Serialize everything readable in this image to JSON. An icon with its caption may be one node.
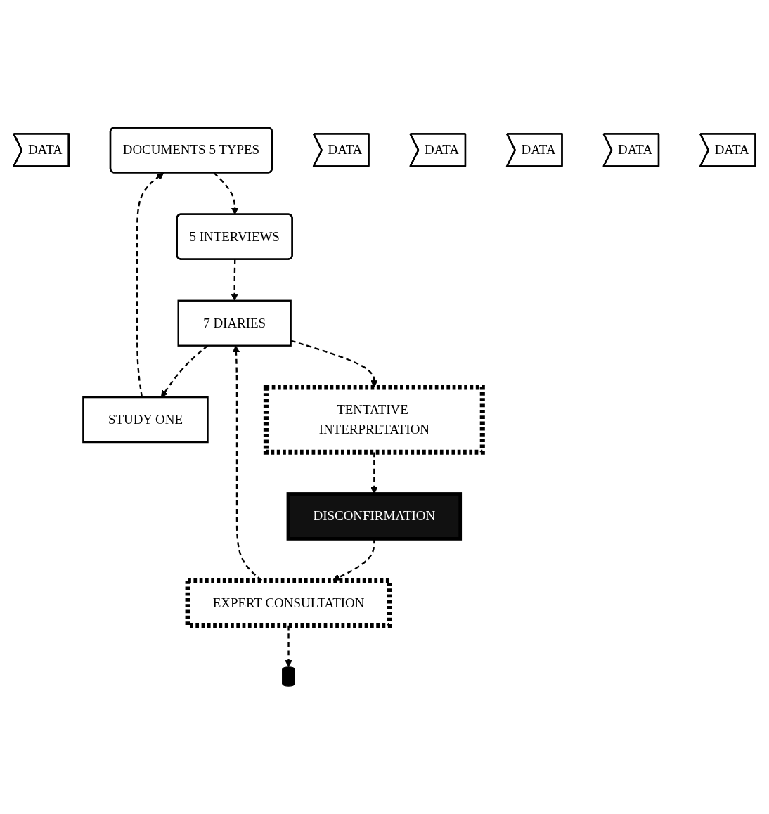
{
  "diagram": {
    "nodes": [
      {
        "text": [
          "DATA"
        ]
      },
      {
        "text": [
          "DOCUMENTS 5 TYPES"
        ]
      },
      {
        "text": [
          "DATA"
        ]
      },
      {
        "text": [
          "5 INTERVIEWS"
        ]
      },
      {
        "text": [
          "STUDY ONE"
        ]
      },
      {
        "text": [
          "DATA"
        ]
      },
      {
        "text": [
          "7 DIARIES"
        ]
      },
      {
        "text": [
          "DATA"
        ]
      },
      {
        "text": [],
        "shape": "cylinder"
      },
      {
        "text": [
          "TENTATIVE INTERPRETATION"
        ]
      },
      {
        "text": [
          "EXPERT CONSULTATION"
        ]
      },
      {
        "text": [
          "DATA"
        ]
      },
      {
        "text": [
          "DISCONFIRMATION"
        ]
      },
      {
        "text": [
          "DATA"
        ]
      }
    ],
    "edges": [
      {
        "from": 1,
        "to": 3,
        "arrow": "to",
        "style": "dashed"
      },
      {
        "from": 3,
        "to": 6,
        "arrow": "to",
        "style": "dashed"
      },
      {
        "from": 6,
        "to": 9,
        "arrow": "to",
        "style": "dashed"
      },
      {
        "from": 9,
        "to": 12,
        "arrow": "to",
        "style": "dashed"
      },
      {
        "from": 12,
        "to": 10,
        "arrow": "to",
        "style": "dashed"
      },
      {
        "from": 10,
        "to": 6,
        "arrow": "to",
        "style": "dashed"
      },
      {
        "from": 10,
        "to": 8,
        "arrow": "to",
        "style": "dashed"
      },
      {
        "from": 6,
        "to": 4,
        "arrow": "to",
        "style": "dashed"
      },
      {
        "from": 4,
        "to": 1,
        "arrow": "to",
        "style": "dashed"
      }
    ]
  }
}
